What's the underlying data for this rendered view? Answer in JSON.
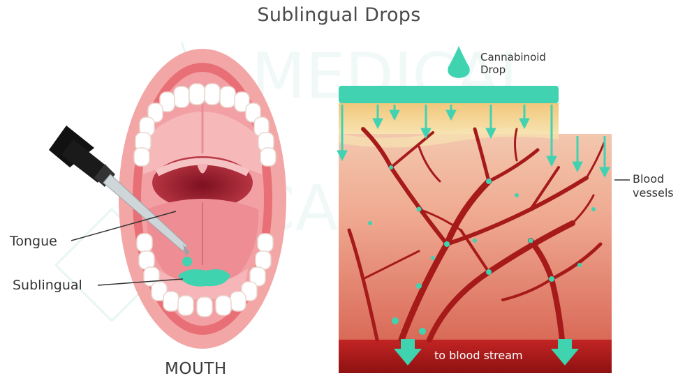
{
  "title": "Sublingual Drops",
  "labels": {
    "tongue": "Tongue",
    "sublingual": "Sublingual",
    "mouth": "MOUTH",
    "drop_line1": "Cannabinoid",
    "drop_line2": "Drop",
    "blood_line1": "Blood",
    "blood_line2": "vessels",
    "stream": "to blood stream"
  },
  "colors": {
    "drop": "#3fd3b0",
    "lip": "#f3a6a6",
    "blood": "#a61a1a",
    "tissue": "#f1bfa3",
    "fat": "#f6d28a",
    "base": "#b31d1d"
  }
}
